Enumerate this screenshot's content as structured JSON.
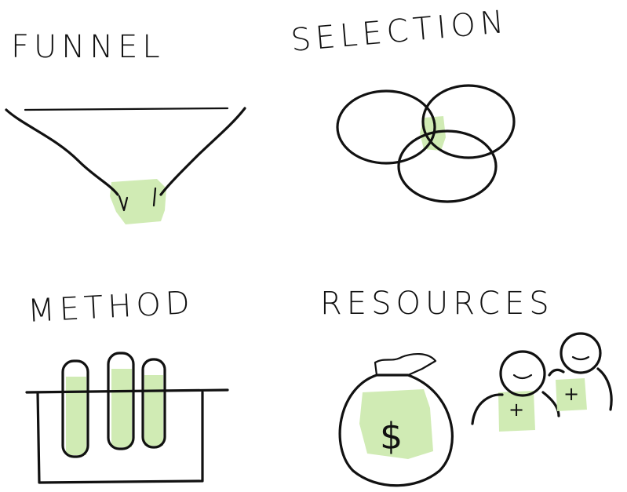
{
  "panels": {
    "funnel": {
      "label": "FUNNEL"
    },
    "selection": {
      "label": "SELECTION"
    },
    "method": {
      "label": "METHOD"
    },
    "resources": {
      "label": "RESOURCES",
      "money_symbol": "$",
      "plus_symbol": "+"
    }
  },
  "colors": {
    "highlight": "#cdeab0",
    "ink": "#111111"
  }
}
